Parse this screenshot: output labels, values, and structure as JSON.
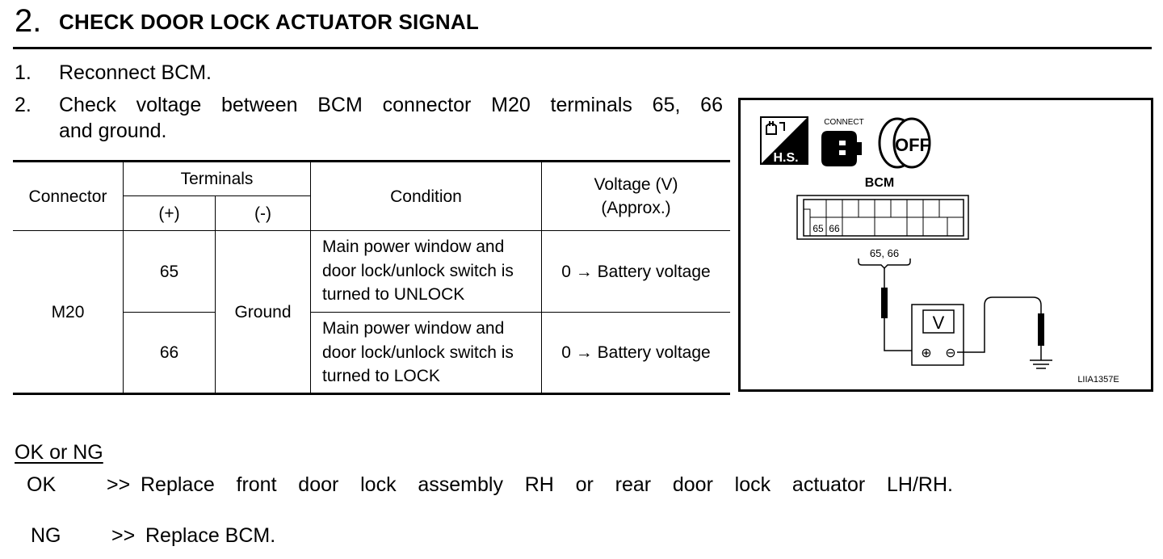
{
  "step": {
    "number": "2.",
    "title": "CHECK DOOR LOCK ACTUATOR SIGNAL"
  },
  "instructions": [
    {
      "num": "1.",
      "text": "Reconnect BCM."
    },
    {
      "num": "2.",
      "line1": "Check voltage between BCM connector M20 terminals 65, 66",
      "line2": "and ground."
    }
  ],
  "table": {
    "headers": {
      "connector": "Connector",
      "terminals": "Terminals",
      "plus": "(+)",
      "minus": "(-)",
      "condition": "Condition",
      "voltage_line1": "Voltage (V)",
      "voltage_line2": "(Approx.)"
    },
    "connector": "M20",
    "ground": "Ground",
    "rows": [
      {
        "terminal": "65",
        "condition": [
          "Main power window and",
          "door lock/unlock switch is",
          "turned to UNLOCK"
        ],
        "voltage": "0 → Battery voltage"
      },
      {
        "terminal": "66",
        "condition": [
          "Main power window and",
          "door lock/unlock switch is",
          "turned to LOCK"
        ],
        "voltage": "0 → Battery voltage"
      }
    ]
  },
  "figure": {
    "hs_label": "H.S.",
    "connect_label": "CONNECT",
    "ignition_label": "OFF",
    "bcm_label": "BCM",
    "pin_65": "65",
    "pin_66": "66",
    "pins_label": "65, 66",
    "meter_label": "V",
    "plus_symbol": "⊕",
    "minus_symbol": "⊖",
    "figure_id": "LIIA1357E"
  },
  "results": {
    "title": "OK or NG",
    "ok": {
      "label": "OK",
      "arrow": ">>",
      "text": "Replace front door lock assembly RH or rear door lock actuator LH/RH."
    },
    "ng": {
      "label": "NG",
      "arrow": ">>",
      "text": "Replace BCM."
    }
  }
}
